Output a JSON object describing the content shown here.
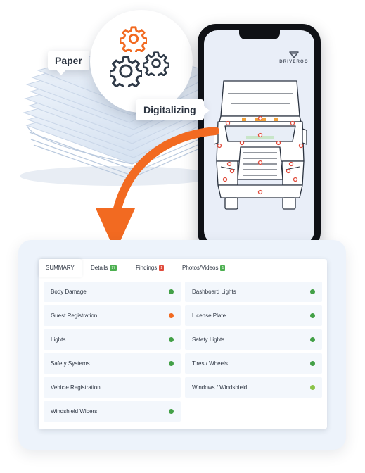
{
  "callouts": {
    "paper": "Paper",
    "digitalizing": "Digitalizing"
  },
  "phone": {
    "brand": "DRIVEROO"
  },
  "icons": {
    "gears": [
      "gear-icon-orange",
      "gear-icon-dark-large",
      "gear-icon-dark-small"
    ],
    "arrow": "curved-arrow-icon",
    "paper": "paper-stack-illustration",
    "truck": "truck-front-illustration"
  },
  "colors": {
    "accent": "#f26a21",
    "ok": "#43a047",
    "warn": "#f26a21",
    "ok_light": "#8bc34a",
    "dark": "#2f3a48"
  },
  "summary": {
    "tabs": [
      {
        "label": "SUMMARY",
        "badge": ""
      },
      {
        "label": "Details",
        "badge": "97"
      },
      {
        "label": "Findings",
        "badge": "1"
      },
      {
        "label": "Photos/Videos",
        "badge": "1"
      }
    ],
    "items": [
      {
        "label": "Body Damage",
        "status": "ok"
      },
      {
        "label": "Dashboard Lights",
        "status": "ok"
      },
      {
        "label": "Guest Registration",
        "status": "warn"
      },
      {
        "label": "License Plate",
        "status": "ok"
      },
      {
        "label": "Lights",
        "status": "ok"
      },
      {
        "label": "Safety Lights",
        "status": "ok"
      },
      {
        "label": "Safety Systems",
        "status": "ok"
      },
      {
        "label": "Tires / Wheels",
        "status": "ok"
      },
      {
        "label": "Vehicle Registration",
        "status": "none"
      },
      {
        "label": "Windows / Windshield",
        "status": "ok_light"
      },
      {
        "label": "Windshield Wipers",
        "status": "ok"
      }
    ]
  }
}
